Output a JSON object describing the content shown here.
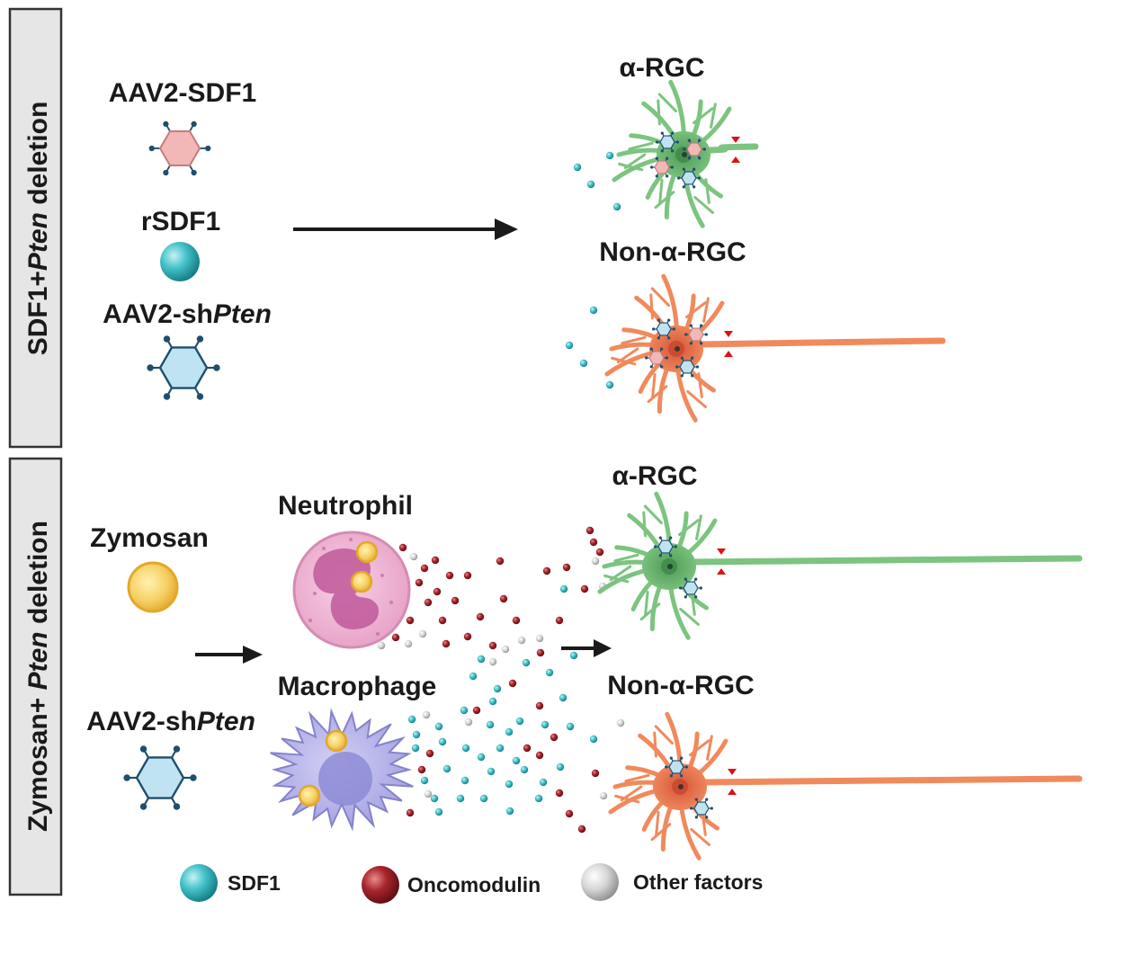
{
  "panels": [
    {
      "side_label_parts": [
        "SDF1+",
        "Pten",
        " deletion"
      ],
      "treatments": [
        {
          "label": "AAV2-SDF1",
          "icon": "aav-pink-hexagon-icon"
        },
        {
          "label": "rSDF1",
          "icon": "teal-sphere-icon"
        },
        {
          "label_parts": [
            "AAV2-sh",
            "Pten"
          ],
          "icon": "aav-blue-hexagon-icon"
        }
      ],
      "neurons": [
        {
          "label": "α-RGC",
          "color": "#7cc47f"
        },
        {
          "label": "Non-α-RGC",
          "color": "#f08a5d"
        }
      ]
    },
    {
      "side_label_parts": [
        "Zymosan+ ",
        "Pten",
        " deletion"
      ],
      "treatments": [
        {
          "label": "Zymosan",
          "icon": "zymosan-particle-icon"
        },
        {
          "label_parts": [
            "AAV2-sh",
            "Pten"
          ],
          "icon": "aav-blue-hexagon-icon"
        }
      ],
      "immune_cells": [
        {
          "label": "Neutrophil",
          "color": "#e7a4c8"
        },
        {
          "label": "Macrophage",
          "color": "#a9a6e4"
        }
      ],
      "neurons": [
        {
          "label": "α-RGC",
          "color": "#7cc47f"
        },
        {
          "label": "Non-α-RGC",
          "color": "#f08a5d"
        }
      ]
    }
  ],
  "legend": [
    {
      "label": "SDF1",
      "color": "#3bbdc4"
    },
    {
      "label": "Oncomodulin",
      "color": "#a8252c"
    },
    {
      "label": "Other factors",
      "color": "#cfcfcf"
    }
  ],
  "colors": {
    "aav_pink": "#f2b8b8",
    "aav_blue": "#bfe3f0",
    "capsid_dot": "#1f4e6e",
    "arrow": "#1a1a1a",
    "axon_marker": "#e01010",
    "zymosan": "#f6c94e"
  }
}
